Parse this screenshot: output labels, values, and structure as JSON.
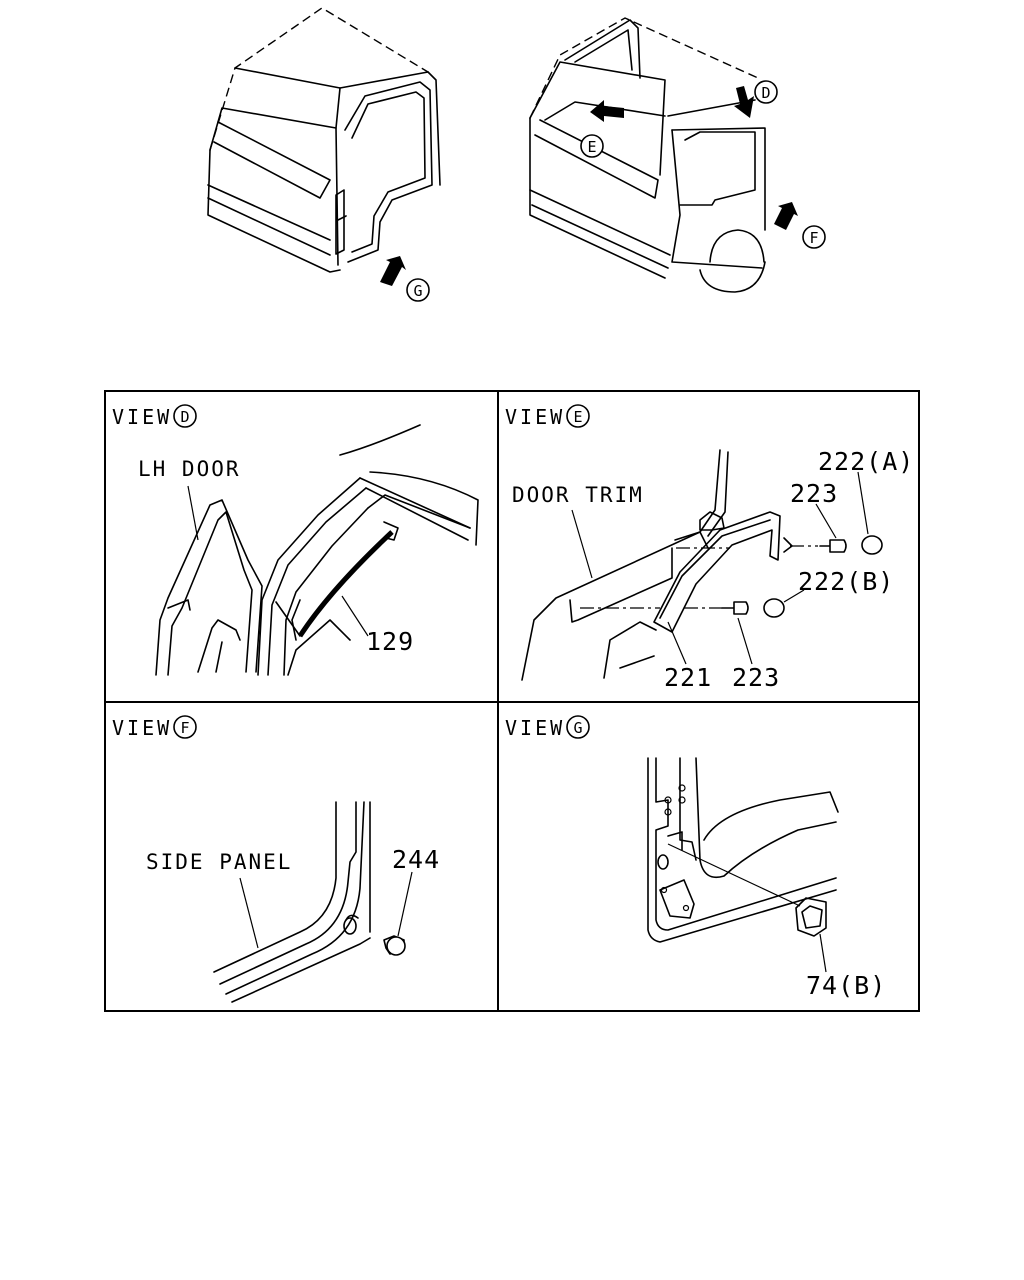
{
  "overview": {
    "view_markers": {
      "d": "D",
      "e": "E",
      "f": "F",
      "g": "G"
    }
  },
  "panels": {
    "view_d": {
      "title": "VIEW",
      "marker": "D",
      "labels": {
        "lh_door": "LH DOOR"
      },
      "callouts": [
        "129"
      ]
    },
    "view_e": {
      "title": "VIEW",
      "marker": "E",
      "labels": {
        "door_trim": "DOOR TRIM"
      },
      "callouts": [
        "222(A)",
        "223",
        "222(B)",
        "221",
        "223"
      ]
    },
    "view_f": {
      "title": "VIEW",
      "marker": "F",
      "labels": {
        "side_panel": "SIDE PANEL"
      },
      "callouts": [
        "244"
      ]
    },
    "view_g": {
      "title": "VIEW",
      "marker": "G",
      "labels": {},
      "callouts": [
        "74(B)"
      ]
    }
  },
  "colors": {
    "line": "#000000",
    "background": "#ffffff"
  }
}
